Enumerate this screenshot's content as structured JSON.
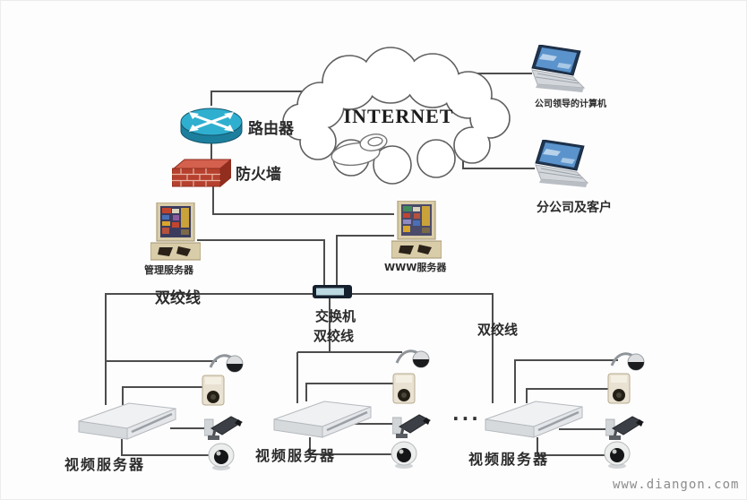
{
  "labels": {
    "internet": "INTERNET",
    "router": "路由器",
    "firewall": "防火墙",
    "leader_pc": "公司领导的计算机",
    "branch_clients": "分公司及客户",
    "mgmt_server": "管理服务器",
    "www_server": "WWW服务器",
    "switch": "交换机",
    "twisted_pair": "双绞线",
    "video_server": "视频服务器",
    "ellipsis": "...",
    "watermark": "www.diangon.com"
  },
  "colors": {
    "line": "#4d4d4d",
    "cloud_stroke": "#5f5f5f",
    "router_top": "#2fafcf",
    "router_body": "#1d7f9e",
    "firewall_front": "#b6402e",
    "firewall_top": "#d4604e",
    "firewall_side": "#922e1e",
    "switch_body": "#15202e",
    "switch_face": "#bcd9e2",
    "server_beige": "#d9cda9",
    "laptop_screen": "#5b93cc",
    "watermark": "#8c8c8c"
  }
}
